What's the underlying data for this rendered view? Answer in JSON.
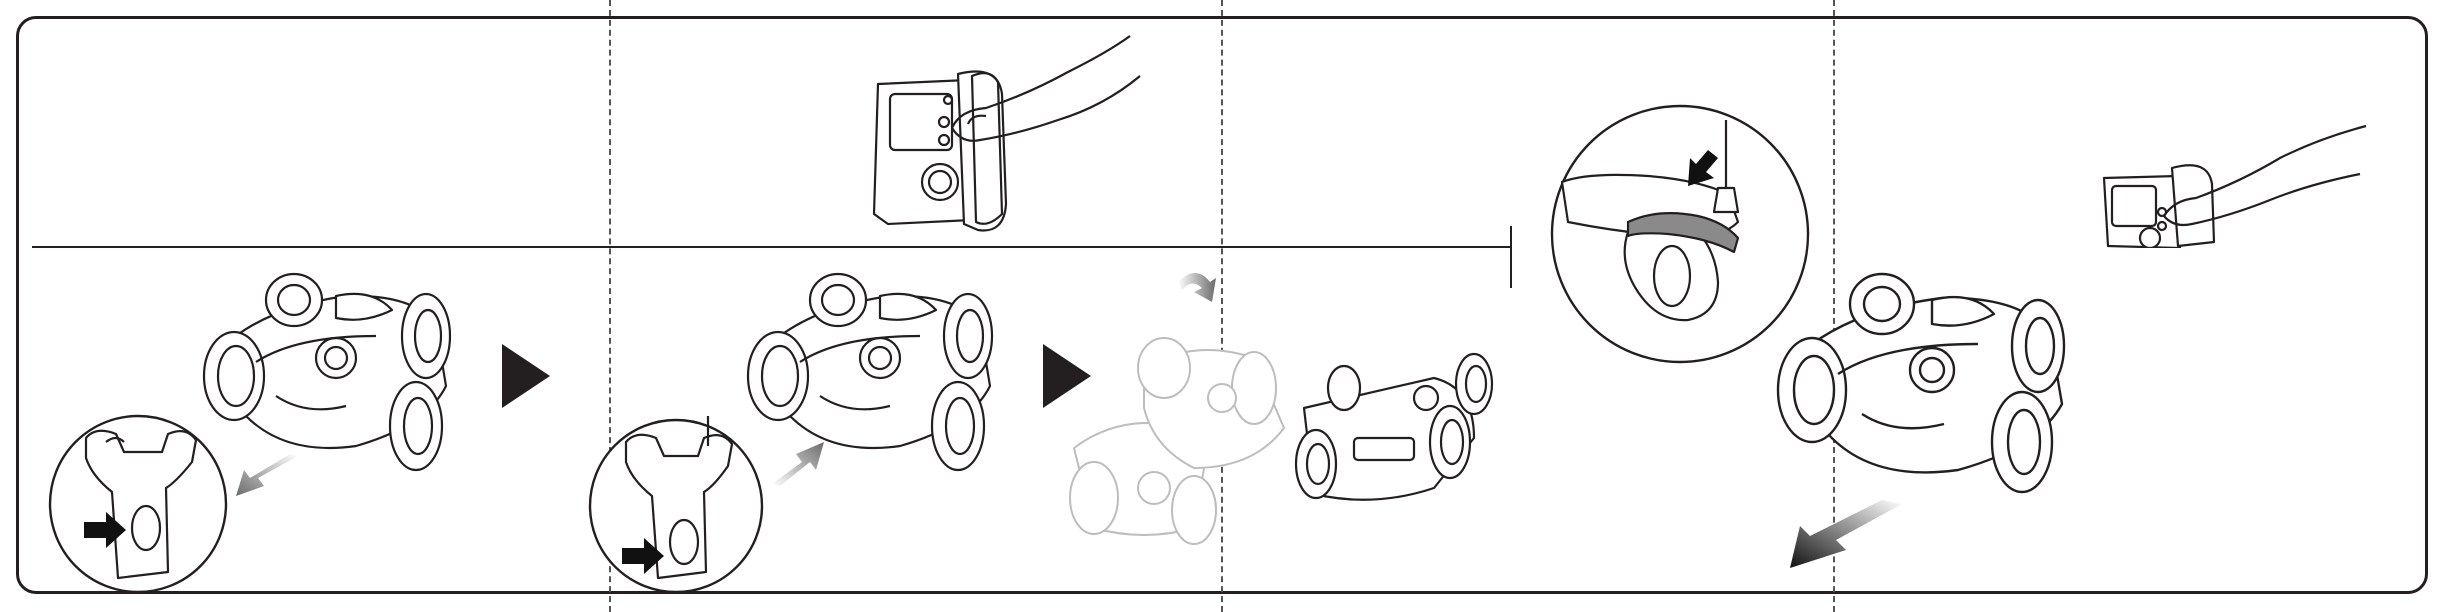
{
  "colors": {
    "line": "#231f20",
    "dash": "#555555",
    "arrow_dark": "#111111",
    "arrow_grey": "#9a9a9a",
    "ghost": "#bdbdbd"
  },
  "panels": [
    {
      "id": "step-1",
      "illustration": "car-and-remote-detail"
    },
    {
      "id": "step-2",
      "illustration": "car-and-remote-detail"
    },
    {
      "id": "step-3",
      "illustration": "car-flipping"
    },
    {
      "id": "step-4",
      "illustration": "car-driving-forward"
    }
  ],
  "icons": [
    "hand-pressing-button-icon",
    "play-arrow-icon",
    "remote-control-icon",
    "car-icon",
    "curved-arrow-icon",
    "motion-arrow-icon"
  ]
}
